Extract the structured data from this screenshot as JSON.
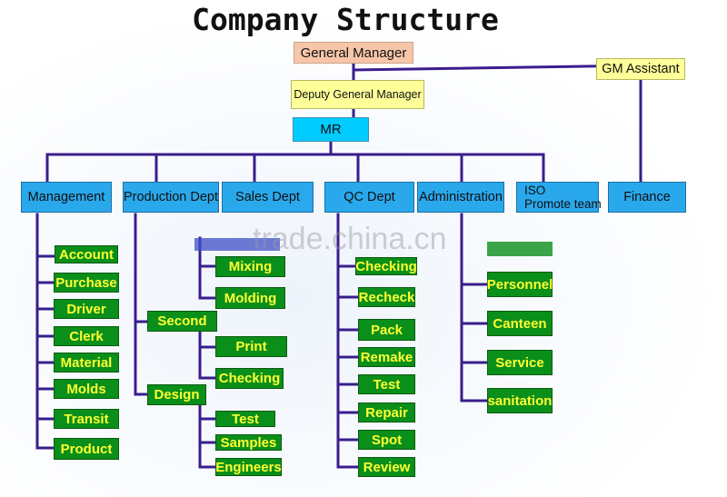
{
  "title": "Company Structure",
  "top": {
    "general_manager": "General Manager",
    "gm_assistant": "GM Assistant",
    "deputy": "Deputy General Manager",
    "mr": "MR"
  },
  "departments": {
    "management": "Management",
    "production": "Production Dept",
    "sales": "Sales  Dept",
    "qc": "QC Dept",
    "administration": "Administration",
    "iso_line1": "ISO",
    "iso_line2": "Promote team",
    "finance": "Finance"
  },
  "management_items": [
    "Account",
    "Purchase",
    "Driver",
    "Clerk",
    "Material",
    "Molds",
    "Transit",
    "Product"
  ],
  "production": {
    "first_items": [
      "Mixing",
      "Molding"
    ],
    "second": "Second",
    "second_items": [
      "Print",
      "Checking"
    ],
    "design": "Design",
    "design_items": [
      "Test",
      "Samples",
      "Engineers"
    ]
  },
  "qc_items": [
    "Checking",
    "Recheck",
    "Pack",
    "Remake",
    "Test",
    "Repair",
    "Spot",
    "Review"
  ],
  "admin_items": [
    "Personnel",
    "Canteen",
    "Service",
    "sanitation"
  ],
  "watermark": "trade.china.cn",
  "colors": {
    "line": "#3a1d8c",
    "dept": "#2aa8ec",
    "green": "#0a8f1a",
    "label": "#ffff33"
  }
}
